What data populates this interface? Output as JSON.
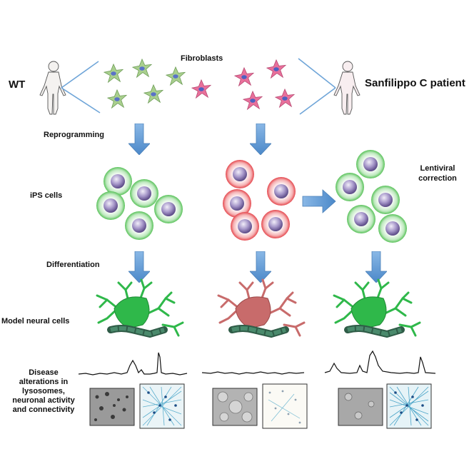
{
  "labels": {
    "fibroblasts": "Fibroblasts",
    "wt": "WT",
    "patient": "Sanfilippo C patient",
    "reprogramming": "Reprogramming",
    "ips_cells": "iPS cells",
    "lentiviral_line1": "Lentiviral",
    "lentiviral_line2": "correction",
    "differentiation": "Differentiation",
    "model_neural": "Model neural cells",
    "disease_line1": "Disease",
    "disease_line2": "alterations in",
    "disease_line3": "lysosomes,",
    "disease_line4": "neuronal activity",
    "disease_line5": "and connectivity"
  },
  "colors": {
    "wt_cell": "#6cc96c",
    "patient_cell": "#e8595e",
    "nucleus": "#8a77b4",
    "arrow": "#5b9bd5",
    "wt_neuron": "#2fb84a",
    "patient_neuron": "#c86b6b",
    "axon_wt": "#3d6b55",
    "axon_patient": "#3d6b55"
  },
  "icons": [
    "human-figure-icon",
    "fibroblast-icon",
    "ips-cell-icon",
    "neuron-icon",
    "calcium-trace-icon",
    "micrograph-icon",
    "connectivity-map-icon"
  ]
}
